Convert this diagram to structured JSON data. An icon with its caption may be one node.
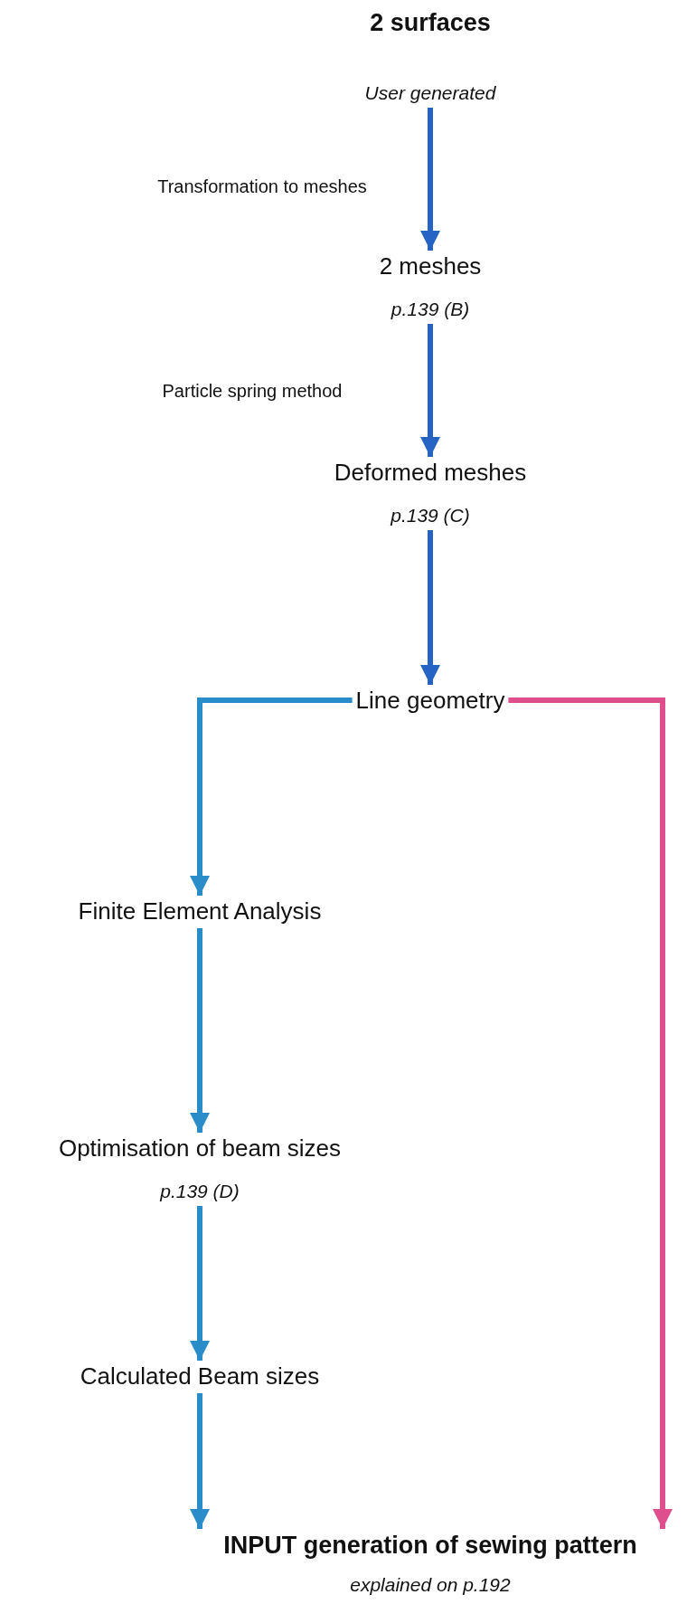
{
  "diagram": {
    "nodes": [
      {
        "text": [
          "2 surfaces",
          "User generated"
        ]
      },
      {
        "text": [
          "2 meshes",
          "p.139 (B)"
        ]
      },
      {
        "text": [
          "Deformed meshes",
          "p.139 (C)"
        ]
      },
      {
        "text": [
          "Line geometry"
        ]
      },
      {
        "text": [
          "Finite Element Analysis"
        ]
      },
      {
        "text": [
          "Optimisation of beam sizes",
          "p.139 (D)"
        ]
      },
      {
        "text": [
          "Calculated Beam sizes"
        ]
      },
      {
        "text": [
          "INPUT generation of sewing pattern",
          "explained on p.192"
        ]
      }
    ],
    "edges": [
      {
        "from": 0,
        "to": 1,
        "arrow": "to",
        "label": "Transformation to meshes",
        "color": "#2563c4"
      },
      {
        "from": 1,
        "to": 2,
        "arrow": "to",
        "label": "Particle spring method",
        "color": "#2563c4"
      },
      {
        "from": 2,
        "to": 3,
        "arrow": "to",
        "color": "#2563c4"
      },
      {
        "from": 3,
        "to": 4,
        "arrow": "to"
      },
      {
        "from": 4,
        "to": 5,
        "arrow": "to"
      },
      {
        "from": 5,
        "to": 6,
        "arrow": "to"
      },
      {
        "from": 6,
        "to": 7,
        "arrow": "to"
      },
      {
        "from": 3,
        "to": 7,
        "arrow": "to",
        "color": "#df4f8e"
      }
    ]
  }
}
